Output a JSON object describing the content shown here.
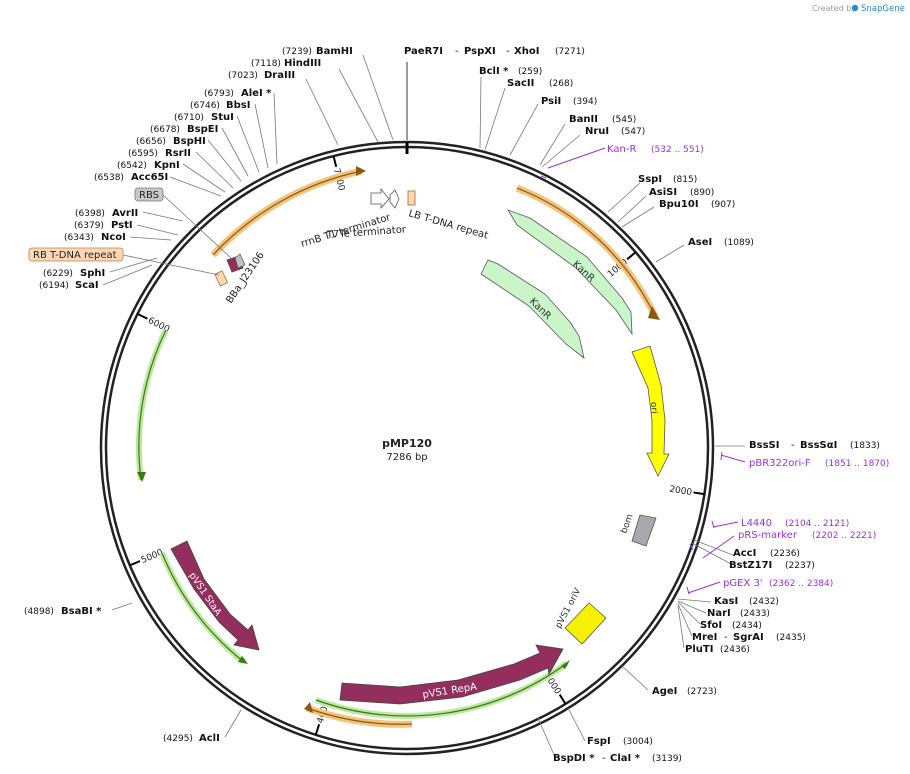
{
  "watermark": {
    "text": "Created by",
    "brand": "SnapGene"
  },
  "plasmid": {
    "name": "pMP120",
    "length_label": "7286 bp",
    "length": 7286
  },
  "colors": {
    "backbone": "#333333",
    "kanR": "#c9f5c9",
    "ori": "#ffff00",
    "repA": "#942e5c",
    "staA": "#942e5c",
    "bom": "#a7a9ac",
    "oriV": "#f7f100",
    "primer": "#9b30d9",
    "orange_glow": "#f0b060",
    "green_glow": "#8ed060",
    "rbs": "#c8c8c8",
    "lb_rb": "#fbd9b8"
  },
  "ticks": [
    {
      "pos": 1000,
      "label": "1000"
    },
    {
      "pos": 2000,
      "label": "2000"
    },
    {
      "pos": 3000,
      "label": "3000"
    },
    {
      "pos": 4000,
      "label": "4000"
    },
    {
      "pos": 5000,
      "label": "5000"
    },
    {
      "pos": 6000,
      "label": "6000"
    },
    {
      "pos": 7000,
      "label": "7000"
    }
  ],
  "features": {
    "kanR_outer": {
      "label": "KanR"
    },
    "kanR_inner": {
      "label": "KanR"
    },
    "ori": {
      "label": "ori"
    },
    "repA": {
      "label": "pVS1 RepA"
    },
    "staA": {
      "label": "pVS1 StaA"
    },
    "oriV": {
      "label": "pVS1 oriV"
    },
    "bom": {
      "label": "bom"
    },
    "rbs": {
      "label": "RBS"
    },
    "bba": {
      "label": "BBa_J23106"
    },
    "rrnB": {
      "label": "rrnB T1 terminator"
    },
    "t7te": {
      "label": "T7Te terminator"
    },
    "lb": {
      "label": "LB T-DNA repeat"
    },
    "rb": {
      "label": "RB T-DNA repeat"
    }
  },
  "enzymes": {
    "bamhi": {
      "name": "BamHI",
      "pos": "(7239)"
    },
    "paer7i": {
      "name": "PaeR7I",
      "sep1": "-",
      "n2": "PspXI",
      "sep2": "-",
      "n3": "XhoI",
      "pos": "(7271)"
    },
    "bcli": {
      "name": "BclI *",
      "pos": "(259)"
    },
    "sacii": {
      "name": "SacII",
      "pos": "(268)"
    },
    "psii": {
      "name": "PsiI",
      "pos": "(394)"
    },
    "banii": {
      "name": "BanII",
      "pos": "(545)"
    },
    "nrui": {
      "name": "NruI",
      "pos": "(547)"
    },
    "spei": {
      "name": "SspI",
      "pos": "(815)"
    },
    "asisi": {
      "name": "AsiSI",
      "pos": "(890)"
    },
    "bpu10i": {
      "name": "Bpu10I",
      "pos": "(907)"
    },
    "asei": {
      "name": "AseI",
      "pos": "(1089)"
    },
    "bsssi": {
      "name": "BssSI",
      "sep": "-",
      "n2": "BssSαI",
      "pos": "(1833)"
    },
    "acci": {
      "name": "AccI",
      "pos": "(2236)"
    },
    "bstz17i": {
      "name": "BstZ17I",
      "pos": "(2237)"
    },
    "kasi": {
      "name": "KasI",
      "pos": "(2432)"
    },
    "nari": {
      "name": "NarI",
      "pos": "(2433)"
    },
    "sfoi": {
      "name": "SfoI",
      "pos": "(2434)"
    },
    "mrei": {
      "name": "MreI",
      "sep": "-",
      "n2": "SgrAI",
      "pos": "(2435)"
    },
    "pluti": {
      "name": "PluTI",
      "pos": "(2436)"
    },
    "agei": {
      "name": "AgeI",
      "pos": "(2723)"
    },
    "fspi": {
      "name": "FspI",
      "pos": "(3004)"
    },
    "bspdi": {
      "name": "BspDI *",
      "sep": "-",
      "n2": "ClaI *",
      "pos": "(3139)"
    },
    "acli": {
      "name": "AclI",
      "pos": "(4295)"
    },
    "bsabi": {
      "name": "BsaBI *",
      "pos": "(4898)"
    },
    "scai": {
      "name": "ScaI",
      "pos": "(6194)"
    },
    "sphi": {
      "name": "SphI",
      "pos": "(6229)"
    },
    "ncoi": {
      "name": "NcoI",
      "pos": "(6343)"
    },
    "psti": {
      "name": "PstI",
      "pos": "(6379)"
    },
    "avrii": {
      "name": "AvrII",
      "pos": "(6398)"
    },
    "acc65i": {
      "name": "Acc65I",
      "pos": "(6538)"
    },
    "kpni": {
      "name": "KpnI",
      "pos": "(6542)"
    },
    "rsrii": {
      "name": "RsrII",
      "pos": "(6595)"
    },
    "bsphi": {
      "name": "BspHI",
      "pos": "(6656)"
    },
    "bspei": {
      "name": "BspEI",
      "pos": "(6678)"
    },
    "stui": {
      "name": "StuI",
      "pos": "(6710)"
    },
    "bbsi": {
      "name": "BbsI",
      "pos": "(6746)"
    },
    "alei": {
      "name": "AleI *",
      "pos": "(6793)"
    },
    "drai": {
      "name": "DraIII",
      "pos": "(7023)"
    },
    "hindiii": {
      "name": "HindIII",
      "pos": "(7118)"
    }
  },
  "primers": {
    "kanr": {
      "name": "Kan-R",
      "pos": "(532 .. 551)"
    },
    "pbr322": {
      "name": "pBR322ori-F",
      "pos": "(1851 .. 1870)"
    },
    "l4440": {
      "name": "L4440",
      "pos": "(2104 .. 2121)"
    },
    "prs": {
      "name": "pRS-marker",
      "pos": "(2202 .. 2221)"
    },
    "pgex": {
      "name": "pGEX 3'",
      "pos": "(2362 .. 2384)"
    }
  }
}
